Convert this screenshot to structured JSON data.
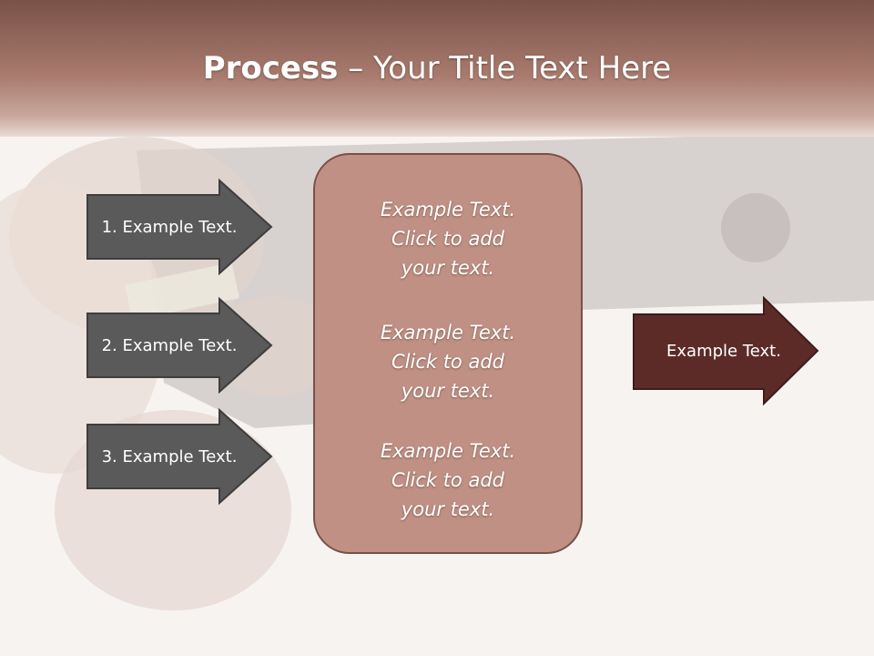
{
  "title": {
    "bold": "Process",
    "rest": " – Your Title Text Here"
  },
  "steps": [
    {
      "label": "1. Example Text."
    },
    {
      "label": "2. Example Text."
    },
    {
      "label": "3. Example Text."
    }
  ],
  "center_box": {
    "paragraphs": [
      {
        "lines": [
          "Example Text.",
          "Click  to add",
          "your text."
        ]
      },
      {
        "lines": [
          "Example Text.",
          "Click  to add",
          "your text."
        ]
      },
      {
        "lines": [
          "Example Text.",
          "Click  to add",
          "your text."
        ]
      }
    ]
  },
  "output": {
    "label": "Example Text."
  },
  "colors": {
    "header": "#8e6358",
    "step_arrow": "#5a5a5a",
    "center_fill": "#bf9083",
    "center_border": "#7a5048",
    "output_arrow": "#5c2b28"
  }
}
